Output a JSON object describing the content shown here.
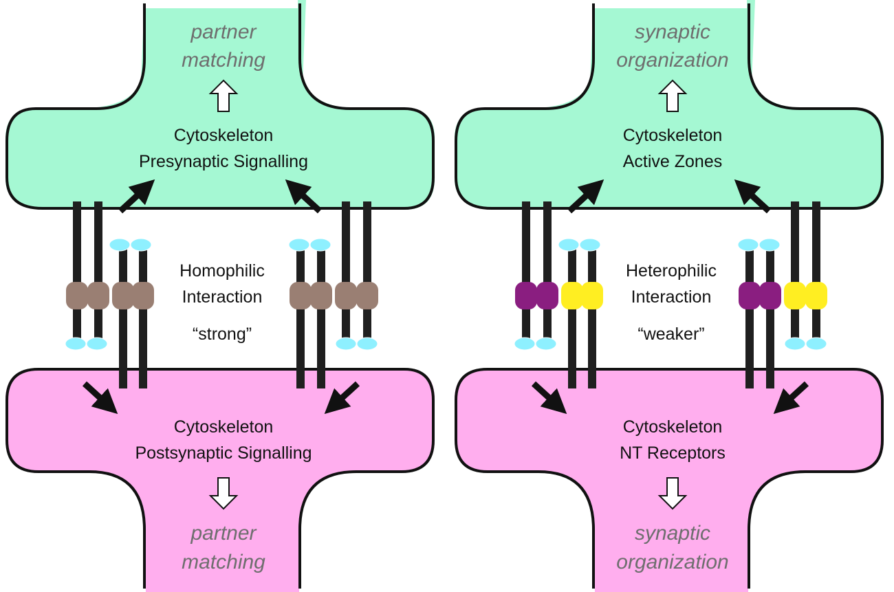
{
  "colors": {
    "presynaptic_fill": "#a5f8d3",
    "postsynaptic_fill": "#ffaeee",
    "outline": "#111111",
    "bar": "#1f1f1f",
    "cyan_domain": "#8ef0ff",
    "brown_domain": "#9a7f73",
    "purple_domain": "#8a1e80",
    "yellow_domain": "#ffee22",
    "outcome_text": "#6e6e6e"
  },
  "panels": [
    {
      "id": "homophilic",
      "pre": {
        "outcome": [
          "partner",
          "matching"
        ],
        "lines": [
          "Cytoskeleton",
          "Presynaptic Signalling"
        ]
      },
      "interaction": {
        "lines": [
          "Homophilic",
          "Interaction"
        ],
        "strength": "“strong”",
        "domain_colors": [
          "brown",
          "brown",
          "brown",
          "brown"
        ]
      },
      "post": {
        "lines": [
          "Cytoskeleton",
          "Postsynaptic Signalling"
        ],
        "outcome": [
          "partner",
          "matching"
        ]
      }
    },
    {
      "id": "heterophilic",
      "pre": {
        "outcome": [
          "synaptic",
          "organization"
        ],
        "lines": [
          "Cytoskeleton",
          "Active Zones"
        ]
      },
      "interaction": {
        "lines": [
          "Heterophilic",
          "Interaction"
        ],
        "strength": "“weaker”",
        "domain_colors": [
          "purple",
          "purple",
          "yellow",
          "yellow"
        ]
      },
      "post": {
        "lines": [
          "Cytoskeleton",
          "NT Receptors"
        ],
        "outcome": [
          "synaptic",
          "organization"
        ]
      }
    }
  ]
}
